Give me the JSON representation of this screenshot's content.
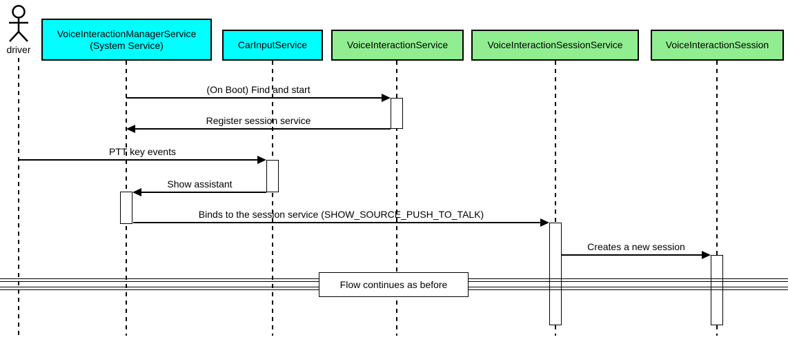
{
  "diagram": {
    "type": "uml-sequence",
    "actor": {
      "name": "driver"
    },
    "participants": [
      {
        "label": "VoiceInteractionManagerService",
        "sublabel": "(System Service)",
        "color": "#00FFFF"
      },
      {
        "label": "CarInputService",
        "color": "#00FFFF"
      },
      {
        "label": "VoiceInteractionService",
        "color": "#90EE90"
      },
      {
        "label": "VoiceInteractionSessionService",
        "color": "#90EE90"
      },
      {
        "label": "VoiceInteractionSession",
        "color": "#90EE90"
      }
    ],
    "messages": [
      {
        "label": "(On Boot) Find and start",
        "from": "VoiceInteractionManagerService",
        "to": "VoiceInteractionService",
        "direction": "right"
      },
      {
        "label": "Register session service",
        "from": "VoiceInteractionService",
        "to": "VoiceInteractionManagerService",
        "direction": "left"
      },
      {
        "label": "PTT key events",
        "from": "driver",
        "to": "CarInputService",
        "direction": "right"
      },
      {
        "label": "Show assistant",
        "from": "CarInputService",
        "to": "VoiceInteractionManagerService",
        "direction": "left"
      },
      {
        "label": "Binds to the session service (SHOW_SOURCE_PUSH_TO_TALK)",
        "from": "VoiceInteractionManagerService",
        "to": "VoiceInteractionSessionService",
        "direction": "right"
      },
      {
        "label": "Creates a new session",
        "from": "VoiceInteractionSessionService",
        "to": "VoiceInteractionSession",
        "direction": "right"
      }
    ],
    "divider": {
      "label": "Flow continues as before"
    },
    "colors": {
      "participant_cyan": "#00FFFF",
      "participant_green": "#90EE90",
      "line": "#000000",
      "background": "#FFFFFF"
    }
  }
}
